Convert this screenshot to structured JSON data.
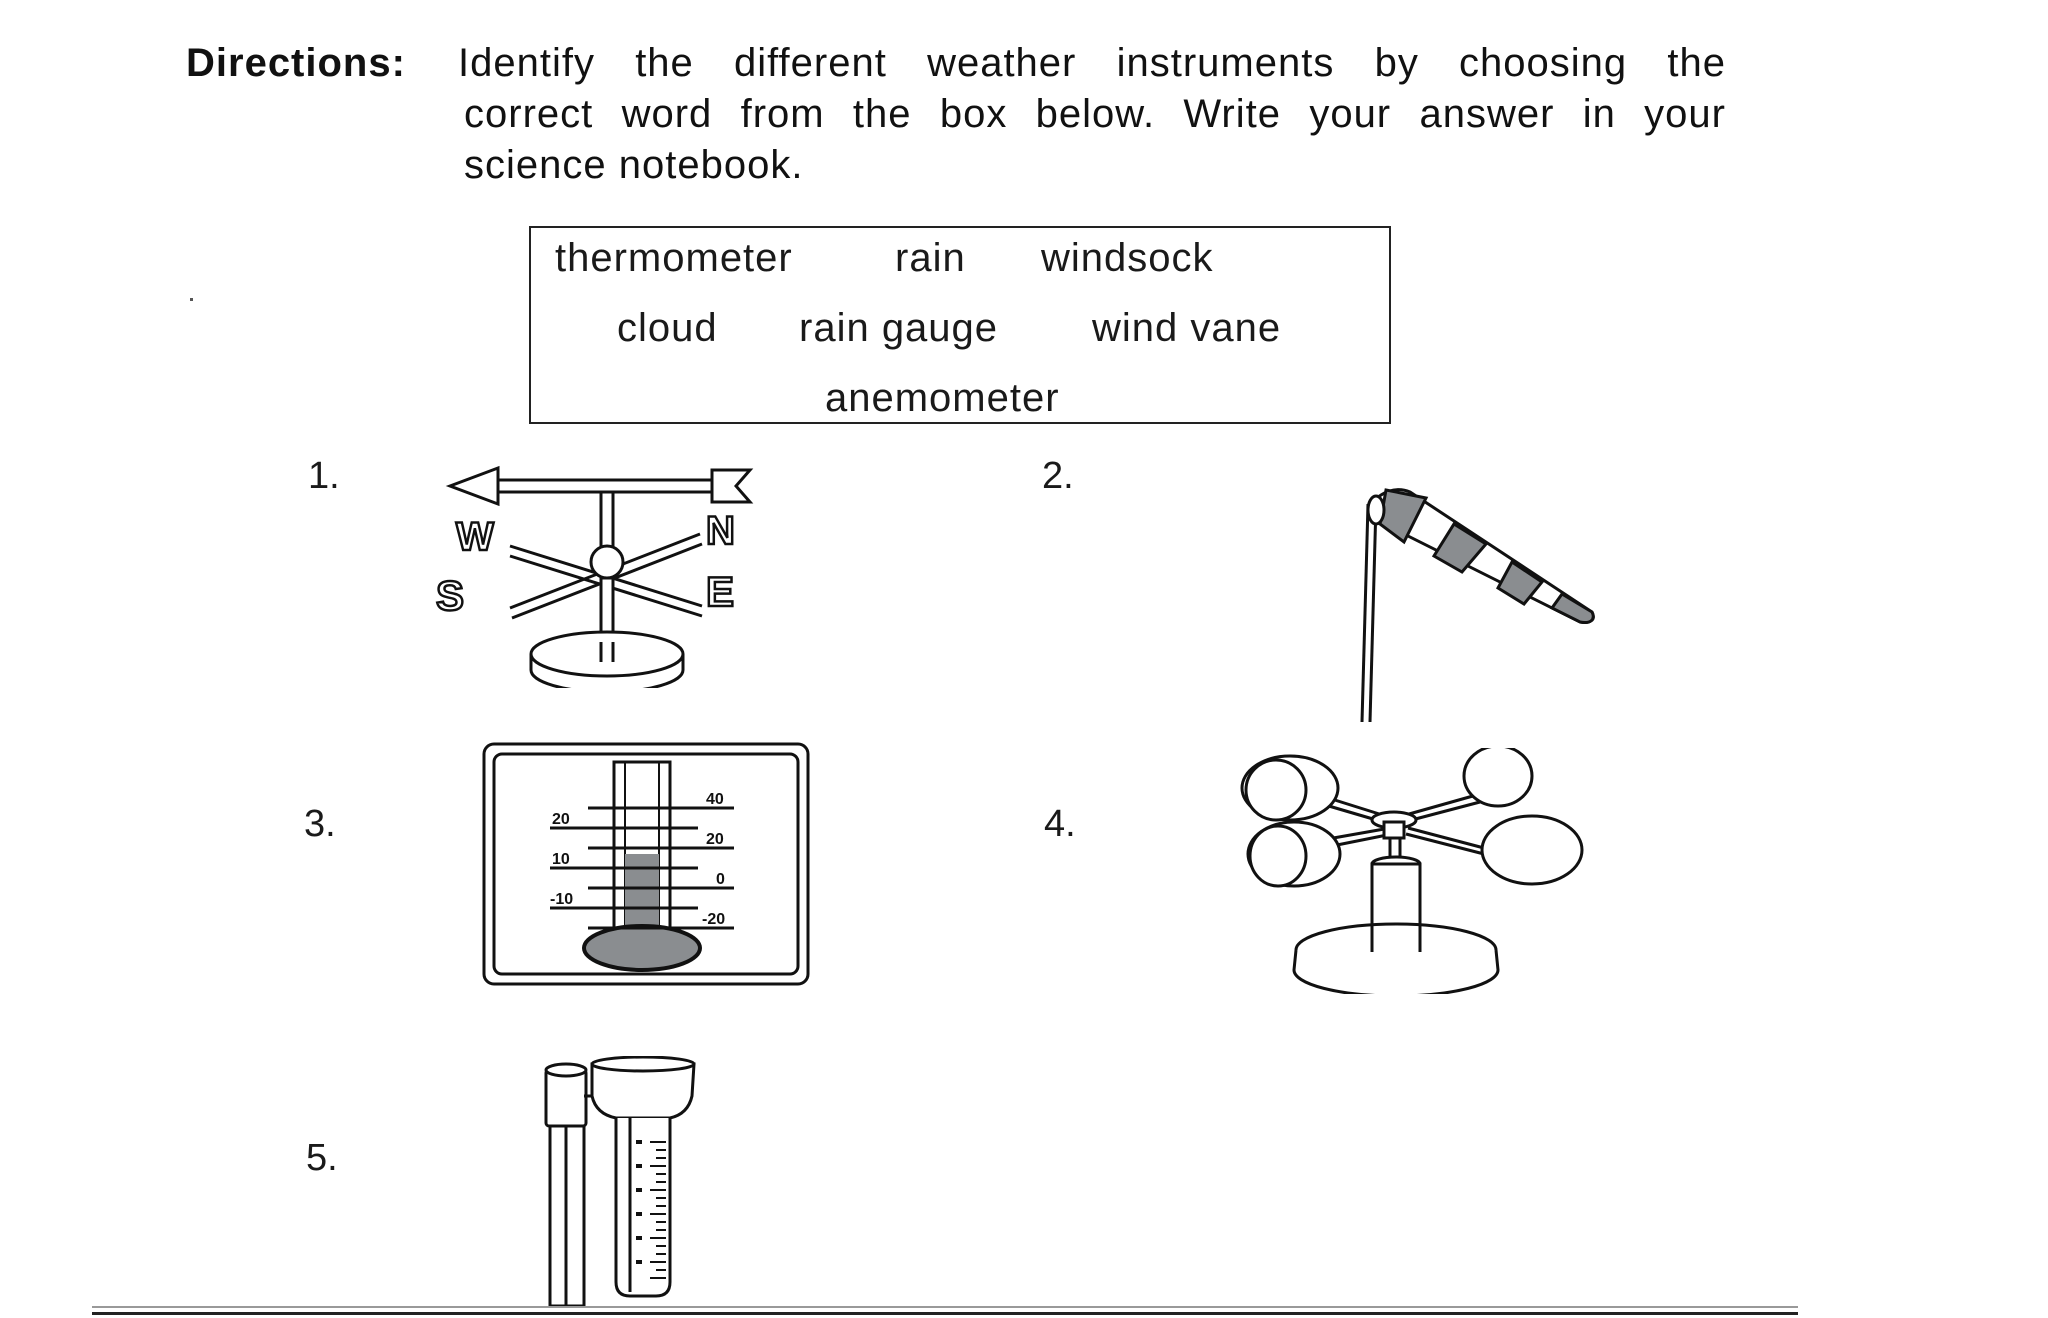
{
  "directions": {
    "label": "Directions:",
    "line1": "Identify the different weather instruments by choosing the",
    "line2": "correct word from the box below. Write your answer in your",
    "line3": "science notebook."
  },
  "word_box": {
    "row1": [
      "thermometer",
      "rain",
      "windsock"
    ],
    "row2": [
      "cloud",
      "rain gauge",
      "wind vane"
    ],
    "row3": [
      "anemometer"
    ]
  },
  "items": [
    {
      "number": "1.",
      "icon": "wind-vane-icon",
      "letters": [
        "W",
        "N",
        "S",
        "E"
      ]
    },
    {
      "number": "2.",
      "icon": "windsock-icon"
    },
    {
      "number": "3.",
      "icon": "thermometer-icon",
      "scale_left": [
        "20",
        "10",
        "-10"
      ],
      "scale_right": [
        "40",
        "20",
        "0",
        "-20"
      ]
    },
    {
      "number": "4.",
      "icon": "anemometer-icon"
    },
    {
      "number": "5.",
      "icon": "rain-gauge-icon"
    }
  ],
  "colors": {
    "ink": "#111111",
    "gray_fill": "#8a8d90"
  }
}
